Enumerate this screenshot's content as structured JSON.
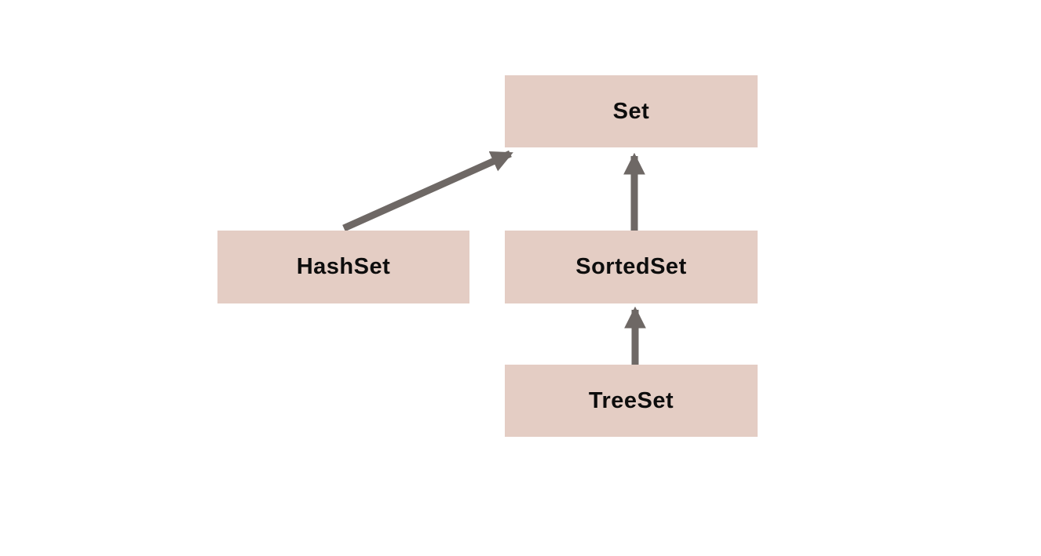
{
  "diagram": {
    "type": "inheritance-hierarchy",
    "colors": {
      "background": "#ffffff",
      "node_fill": "#e4cdc4",
      "arrow": "#6e6865",
      "text": "#0d0d0d"
    },
    "nodes": [
      {
        "id": "set",
        "label": "Set"
      },
      {
        "id": "hashset",
        "label": "HashSet"
      },
      {
        "id": "sortedset",
        "label": "SortedSet"
      },
      {
        "id": "treeset",
        "label": "TreeSet"
      }
    ],
    "edges": [
      {
        "from": "hashset",
        "to": "set",
        "style": "arrow-up"
      },
      {
        "from": "sortedset",
        "to": "set",
        "style": "arrow-up"
      },
      {
        "from": "treeset",
        "to": "sortedset",
        "style": "arrow-up"
      }
    ]
  }
}
